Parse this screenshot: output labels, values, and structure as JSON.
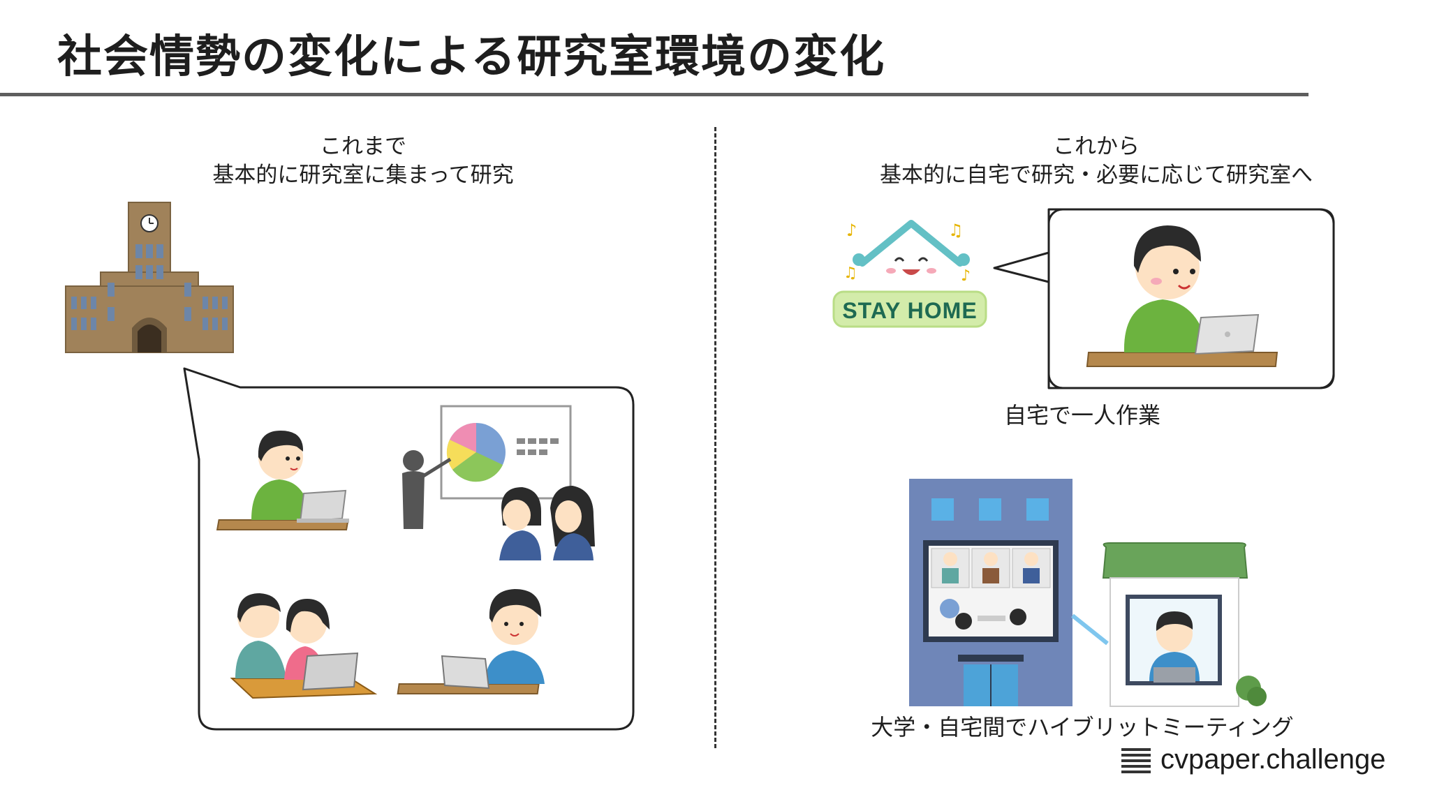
{
  "slide": {
    "title": "社会情勢の変化による研究室環境の変化"
  },
  "left": {
    "heading_line1": "これまで",
    "heading_line2": "基本的に研究室に集まって研究"
  },
  "right": {
    "heading_line1": "これから",
    "heading_line2": "基本的に自宅で研究・必要に応じて研究室へ",
    "stay_home_sign": "STAY HOME",
    "solo_caption": "自宅で一人作業",
    "hybrid_caption": "大学・自宅間でハイブリットミーティング"
  },
  "footer": {
    "brand": "cvpaper.challenge"
  },
  "colors": {
    "title_rule": "#5e5e5e",
    "sweater_green": "#6cb33f",
    "building_brown": "#a0825a",
    "office_blue": "#6f86b8",
    "roof_green": "#69a45a"
  }
}
